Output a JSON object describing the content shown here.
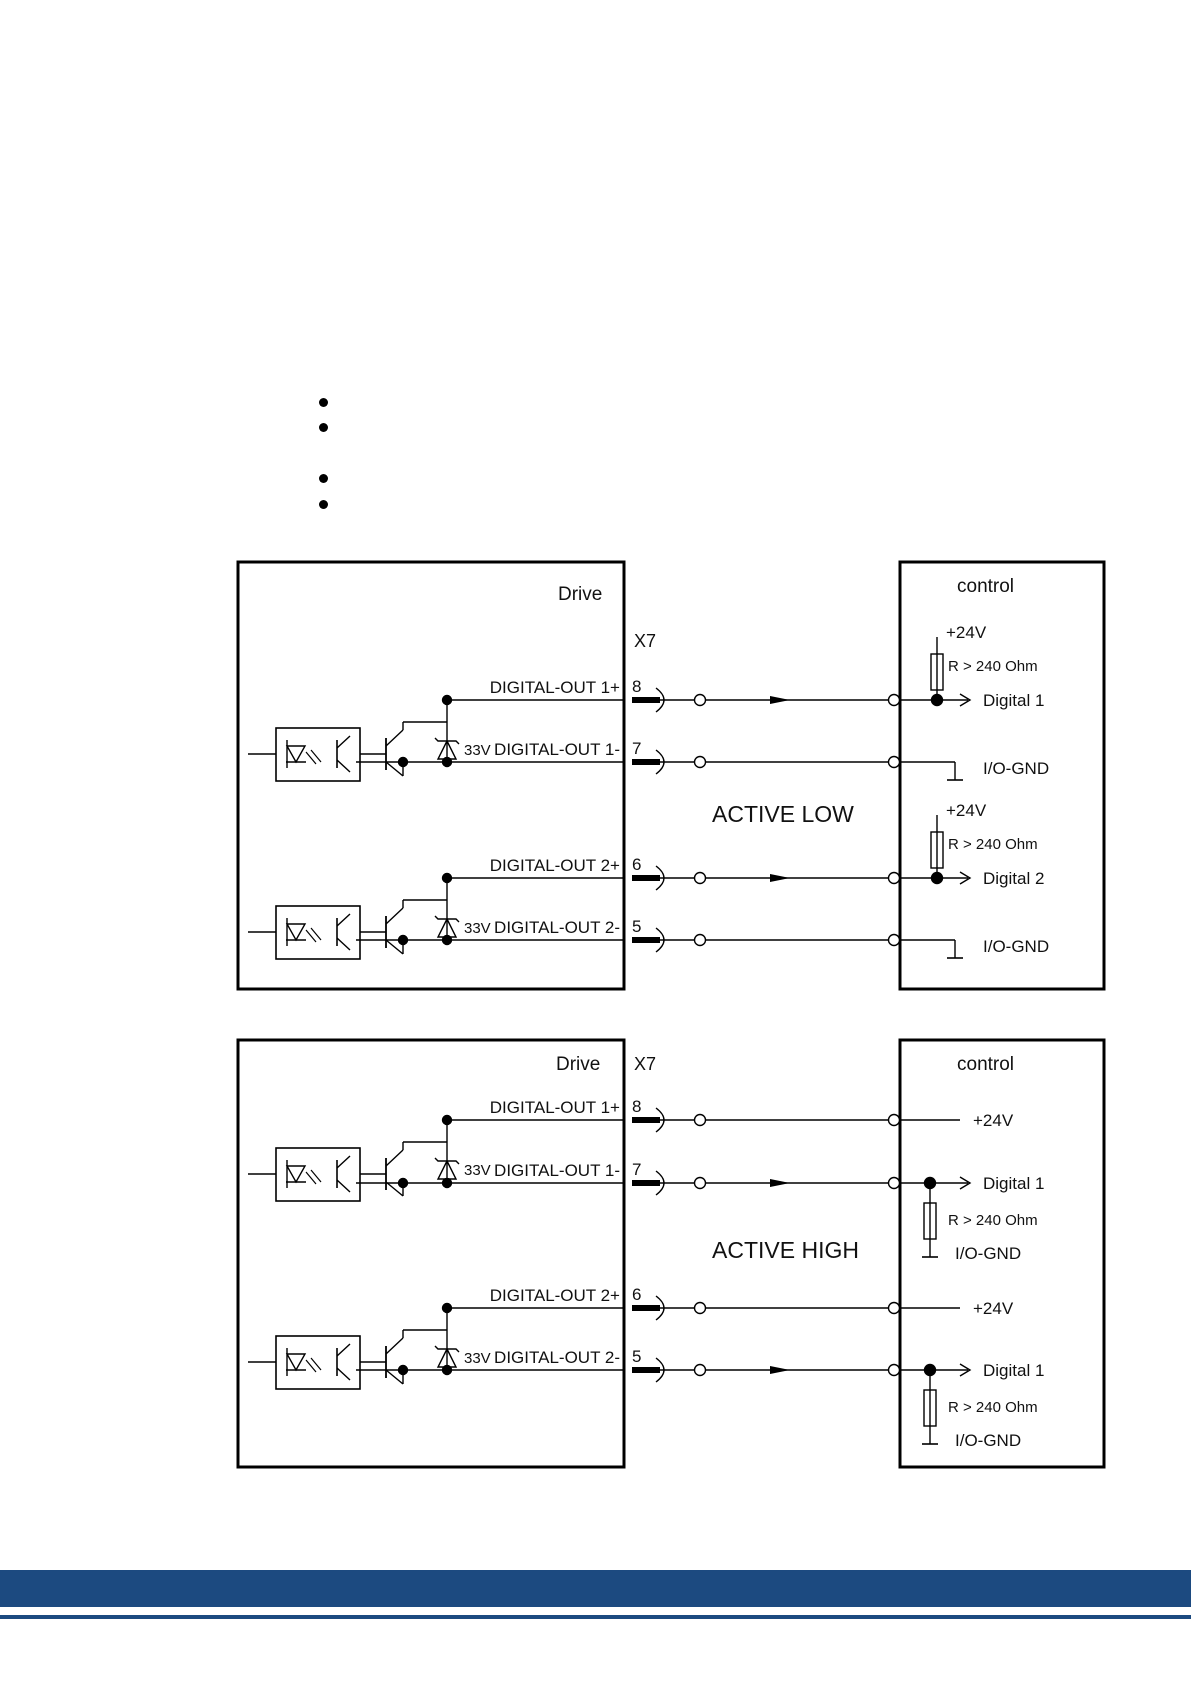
{
  "bullets": 4,
  "colors": {
    "footer": "#1c4a80",
    "line": "#000000"
  },
  "diagrams": [
    {
      "name": "active-low",
      "drive_label": "Drive",
      "control_label": "control",
      "connector": "X7",
      "mode_label": "ACTIVE LOW",
      "channels": [
        {
          "plus_label": "DIGITAL-OUT 1+",
          "minus_label": "DIGITAL-OUT 1-",
          "plus_pin": "8",
          "minus_pin": "7",
          "zener": "33V",
          "supply": "+24V",
          "resistor": "R > 240 Ohm",
          "input": "Digital 1",
          "gnd": "I/O-GND"
        },
        {
          "plus_label": "DIGITAL-OUT 2+",
          "minus_label": "DIGITAL-OUT 2-",
          "plus_pin": "6",
          "minus_pin": "5",
          "zener": "33V",
          "supply": "+24V",
          "resistor": "R > 240 Ohm",
          "input": "Digital 2",
          "gnd": "I/O-GND"
        }
      ]
    },
    {
      "name": "active-high",
      "drive_label": "Drive",
      "control_label": "control",
      "connector": "X7",
      "mode_label": "ACTIVE HIGH",
      "channels": [
        {
          "plus_label": "DIGITAL-OUT 1+",
          "minus_label": "DIGITAL-OUT 1-",
          "plus_pin": "8",
          "minus_pin": "7",
          "zener": "33V",
          "supply": "+24V",
          "resistor": "R > 240 Ohm",
          "input": "Digital 1",
          "gnd": "I/O-GND"
        },
        {
          "plus_label": "DIGITAL-OUT 2+",
          "minus_label": "DIGITAL-OUT 2-",
          "plus_pin": "6",
          "minus_pin": "5",
          "zener": "33V",
          "supply": "+24V",
          "resistor": "R > 240 Ohm",
          "input": "Digital 1",
          "gnd": "I/O-GND"
        }
      ]
    }
  ]
}
